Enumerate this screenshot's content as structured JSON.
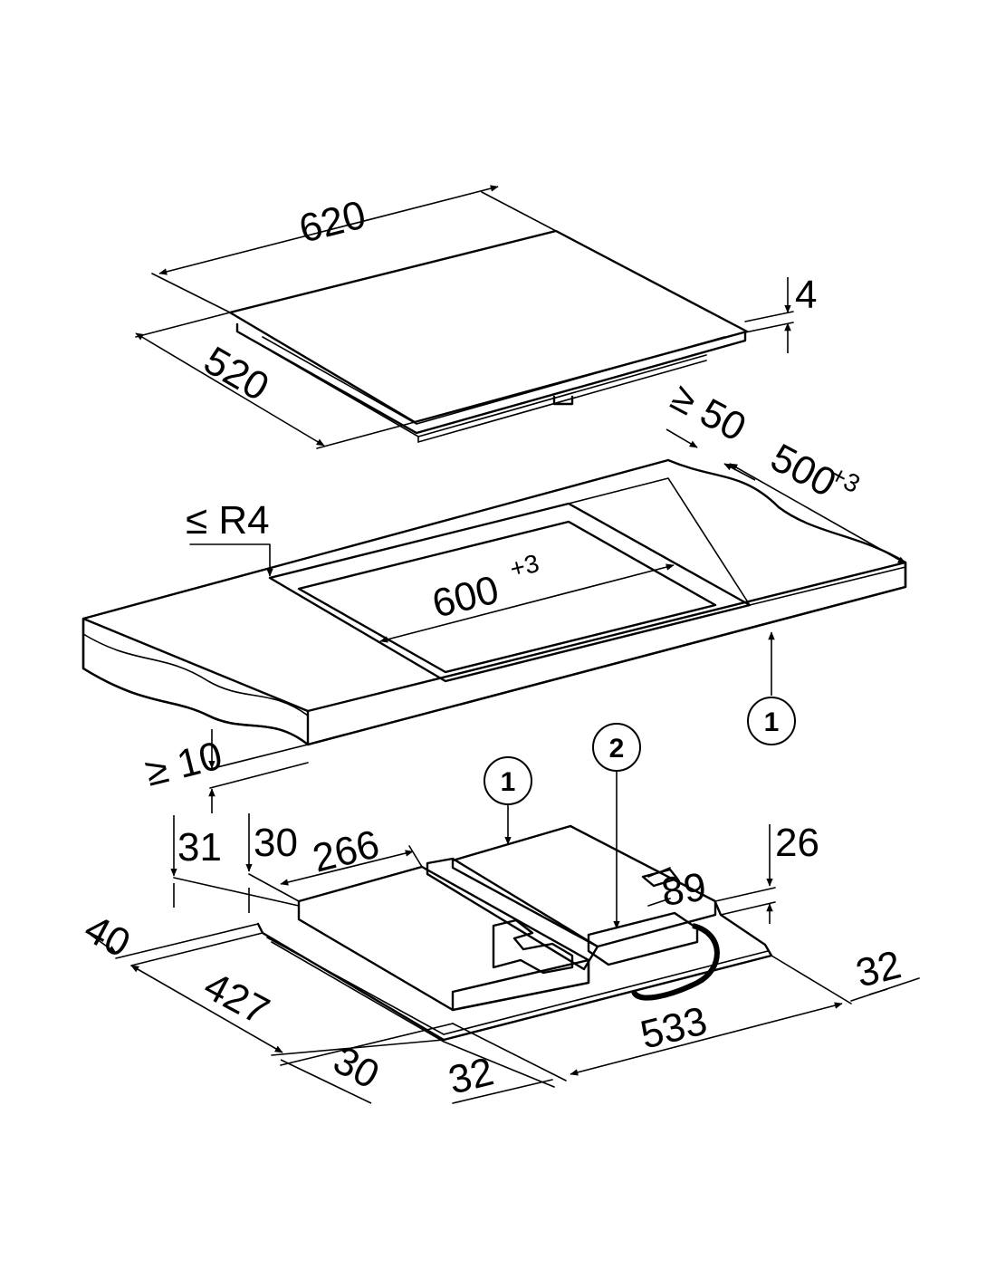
{
  "colors": {
    "hob_glass": "#c4c4c4",
    "worktop": "#e2e2e2",
    "worktop_shade": "#f0f0f0",
    "housing": "#e6e6e6",
    "line": "#000000"
  },
  "dimensions": {
    "hob_width": "620",
    "hob_depth": "520",
    "glass_thickness": "4",
    "min_back_distance": "≥ 50",
    "cutout_depth": "500",
    "cutout_depth_tol": "+3",
    "corner_radius": "≤ R4",
    "cutout_width": "600",
    "cutout_width_tol": "+3",
    "min_worktop_thickness": "≥ 10",
    "d31": "31",
    "d30_top": "30",
    "d266": "266",
    "d26": "26",
    "d89": "89",
    "d40": "40",
    "d427": "427",
    "d533": "533",
    "d32_right": "32",
    "d30_bottom": "30",
    "d32_bottom": "32"
  },
  "callouts": {
    "worktop": "1",
    "housing": "1",
    "connection_box": "2"
  }
}
